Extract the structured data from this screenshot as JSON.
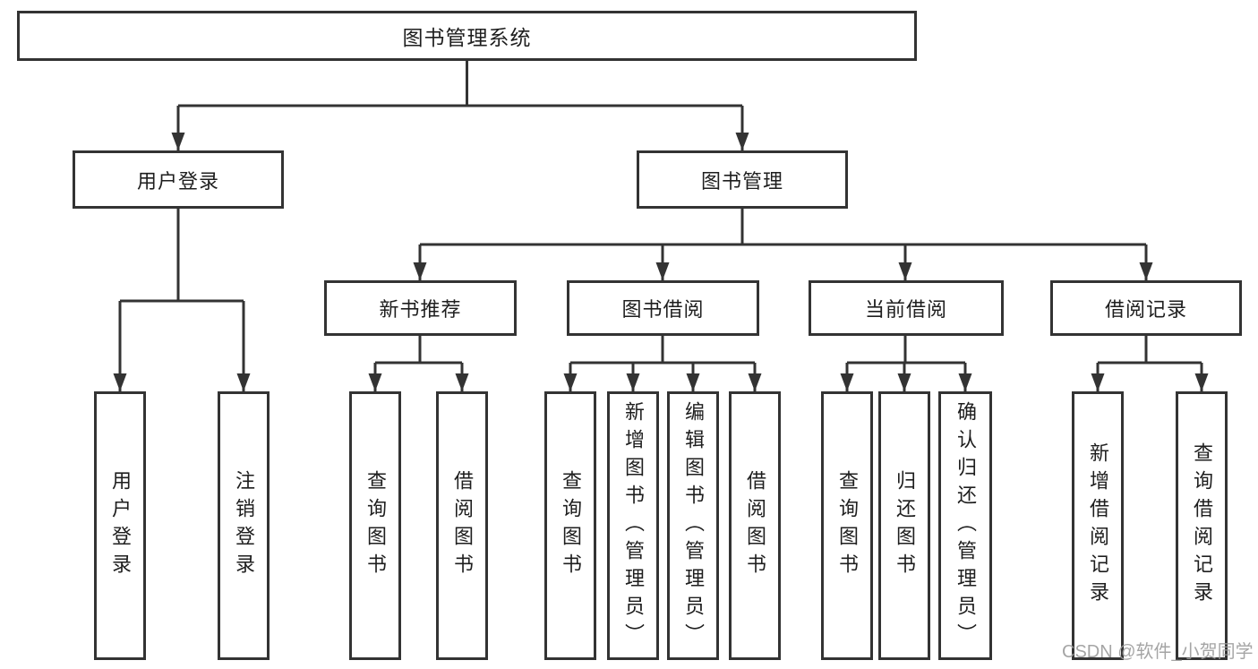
{
  "tree": {
    "label": "图书管理系统",
    "children": [
      {
        "label": "用户登录",
        "children": [
          {
            "label": "用户登录"
          },
          {
            "label": "注销登录"
          }
        ]
      },
      {
        "label": "图书管理",
        "children": [
          {
            "label": "新书推荐",
            "children": [
              {
                "label": "查询图书"
              },
              {
                "label": "借阅图书"
              }
            ]
          },
          {
            "label": "图书借阅",
            "children": [
              {
                "label": "查询图书"
              },
              {
                "label": "新增图书（管理员）"
              },
              {
                "label": "编辑图书（管理员）"
              },
              {
                "label": "借阅图书"
              }
            ]
          },
          {
            "label": "当前借阅",
            "children": [
              {
                "label": "查询图书"
              },
              {
                "label": "归还图书"
              },
              {
                "label": "确认归还（管理员）"
              }
            ]
          },
          {
            "label": "借阅记录",
            "children": [
              {
                "label": "新增借阅记录"
              },
              {
                "label": "查询借阅记录"
              }
            ]
          }
        ]
      }
    ]
  },
  "watermark": {
    "text": "CSDN @软件_小贺同学"
  },
  "colors": {
    "line": "#333333",
    "text": "#1e1e1e",
    "watermark": "#9c9c9c",
    "background": "#ffffff"
  }
}
